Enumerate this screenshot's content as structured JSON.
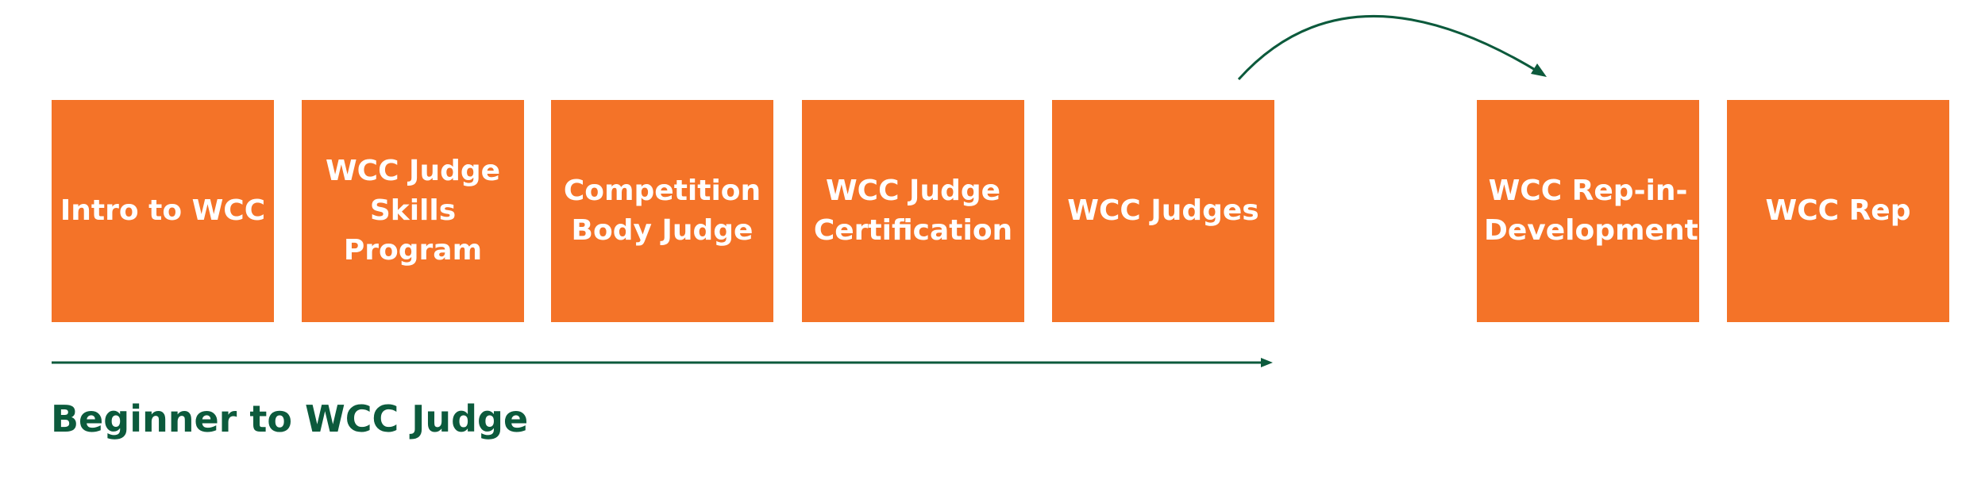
{
  "steps": [
    {
      "label": "Intro to WCC"
    },
    {
      "label": "WCC Judge Skills Program"
    },
    {
      "label": "Competition Body Judge"
    },
    {
      "label": "WCC Judge Certification"
    },
    {
      "label": "WCC Judges"
    },
    {
      "label": "WCC Rep-in-Development"
    },
    {
      "label": "WCC Rep"
    }
  ],
  "caption": "Beginner to WCC Judge",
  "colors": {
    "box": "#f47328",
    "box_text": "#ffffff",
    "accent": "#0c5a3c"
  }
}
